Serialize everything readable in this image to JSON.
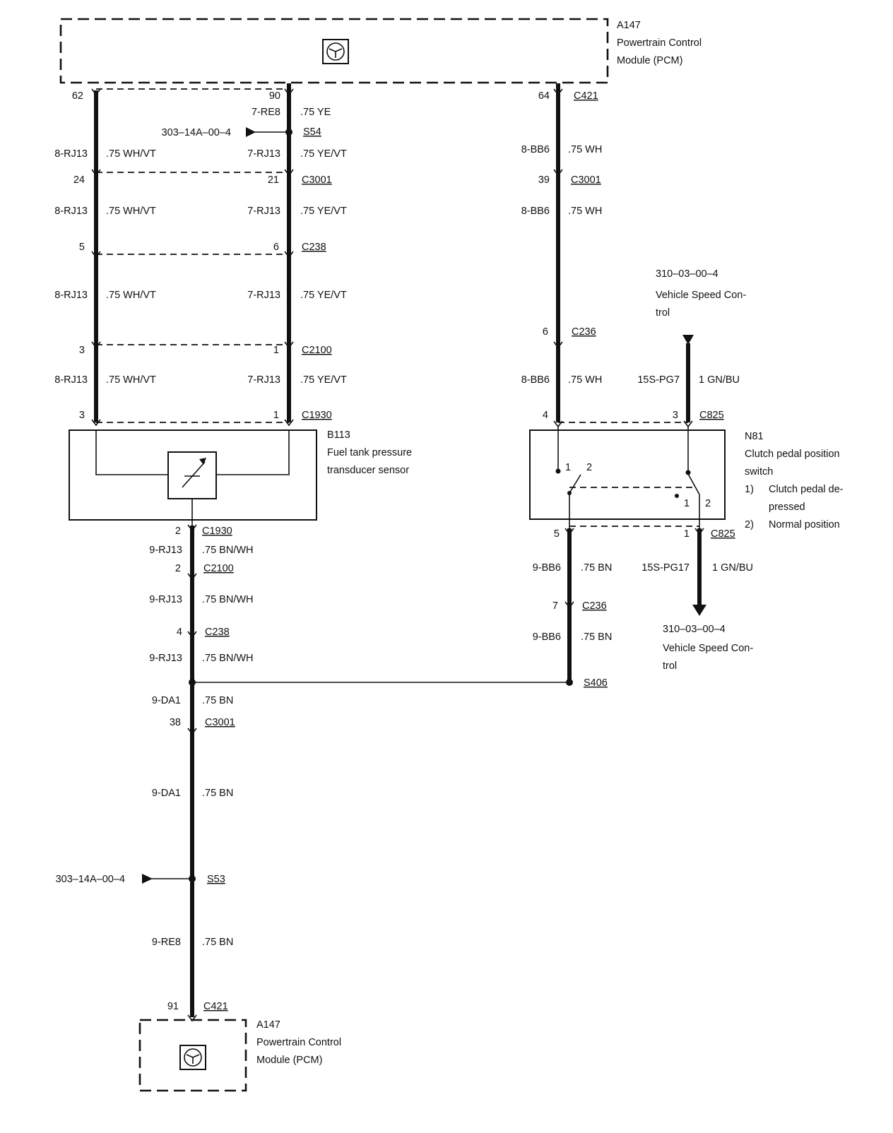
{
  "modules": {
    "pcm_top": {
      "id": "A147",
      "name_line1": "Powertrain Control",
      "name_line2": "Module (PCM)"
    },
    "pcm_bottom": {
      "id": "A147",
      "name_line1": "Powertrain Control",
      "name_line2": "Module (PCM)"
    },
    "b113": {
      "id": "B113",
      "name_line1": "Fuel tank pressure",
      "name_line2": "transducer sensor"
    },
    "n81": {
      "id": "N81",
      "name_line1": "Clutch pedal position",
      "name_line2": "switch",
      "legend": [
        {
          "num": "1)",
          "line1": "Clutch pedal de-",
          "line2": "pressed"
        },
        {
          "num": "2)",
          "line1": "Normal position",
          "line2": ""
        }
      ],
      "contact_1": "1",
      "contact_2": "2"
    }
  },
  "references": {
    "s54_ref": "303–14A–00–4",
    "s53_ref": "303–14A–00–4",
    "vsc_top_code": "310–03–00–4",
    "vsc_top_l1": "Vehicle Speed Con-",
    "vsc_top_l2": "trol",
    "vsc_bot_code": "310–03–00–4",
    "vsc_bot_l1": "Vehicle Speed Con-",
    "vsc_bot_l2": "trol"
  },
  "left_wire": {
    "pin_pcm": "62",
    "pin_c3001": "24",
    "pin_c238": "5",
    "pin_c2100": "3",
    "pin_c1930": "3",
    "circuit": "8-RJ13",
    "spec": ".75 WH/VT"
  },
  "mid_wire": {
    "pin_pcm": "90",
    "circuit_top": "7-RE8",
    "spec_top": ".75 YE",
    "splice": "S54",
    "pin_c3001": "21",
    "pin_c238": "6",
    "pin_c2100": "1",
    "pin_c1930": "1",
    "circuit": "7-RJ13",
    "spec": ".75 YE/VT"
  },
  "connectors": {
    "c421_top": "C421",
    "c3001_a": "C3001",
    "c3001_b": "C3001",
    "c238_a": "C238",
    "c2100_a": "C2100",
    "c1930_a": "C1930",
    "c236_a": "C236",
    "c825_a": "C825",
    "c1930_b": "C1930",
    "c2100_b": "C2100",
    "c238_b": "C238",
    "c825_b": "C825",
    "c236_b": "C236",
    "s406": "S406",
    "c3001_c": "C3001",
    "s53": "S53",
    "c421_bot": "C421"
  },
  "right_wire": {
    "pin_pcm": "64",
    "circuit": "8-BB6",
    "spec": ".75 WH",
    "pin_c3001": "39",
    "pin_c236": "6",
    "pin_c825": "4"
  },
  "vsc_in": {
    "circuit": "15S-PG7",
    "spec": "1 GN/BU",
    "pin_c825": "3"
  },
  "vsc_out": {
    "pin_c825": "1",
    "circuit": "15S-PG17",
    "spec": "1 GN/BU"
  },
  "n81_out": {
    "pin_c825": "5",
    "circuit": "9-BB6",
    "spec": ".75 BN",
    "pin_c236": "7"
  },
  "ground_wire": {
    "pin_c1930": "2",
    "pin_c2100": "2",
    "pin_c238": "4",
    "circuit_a": "9-RJ13",
    "spec_a": ".75 BN/WH",
    "circuit_b": "9-DA1",
    "spec_b": ".75 BN",
    "pin_c3001": "38",
    "circuit_c": "9-RE8",
    "pin_pcm": "91"
  }
}
